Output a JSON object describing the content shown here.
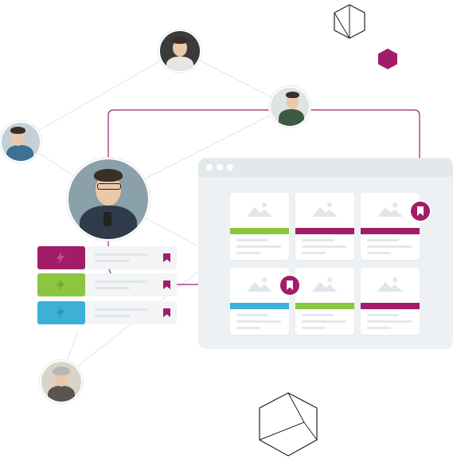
{
  "colors": {
    "accent": "#a21c6a",
    "green": "#8cc63f",
    "blue": "#3db0d6",
    "line_gray": "#d9dee2",
    "window_bg": "#eef1f3"
  },
  "icons": [
    "image-placeholder-icon",
    "bookmark-icon",
    "lightning-bolt-icon",
    "hexagon-outline-icon",
    "hexagon-filled-icon",
    "window-dot-icon"
  ],
  "avatars": [
    "avatar-man-beard",
    "avatar-man-tablet",
    "avatar-man-phone-left",
    "avatar-man-glasses-phone",
    "avatar-woman-gray-hair"
  ],
  "cards": [
    {
      "stripe": "#8cc63f"
    },
    {
      "stripe": "#a21c6a"
    },
    {
      "stripe": "#a21c6a",
      "bookmarked": true
    },
    {
      "stripe": "#3db0d6",
      "bookmarked": true
    },
    {
      "stripe": "#8cc63f"
    },
    {
      "stripe": "#a21c6a"
    }
  ],
  "rows": [
    {
      "tag_color": "#a21c6a"
    },
    {
      "tag_color": "#8cc63f"
    },
    {
      "tag_color": "#3db0d6"
    }
  ]
}
